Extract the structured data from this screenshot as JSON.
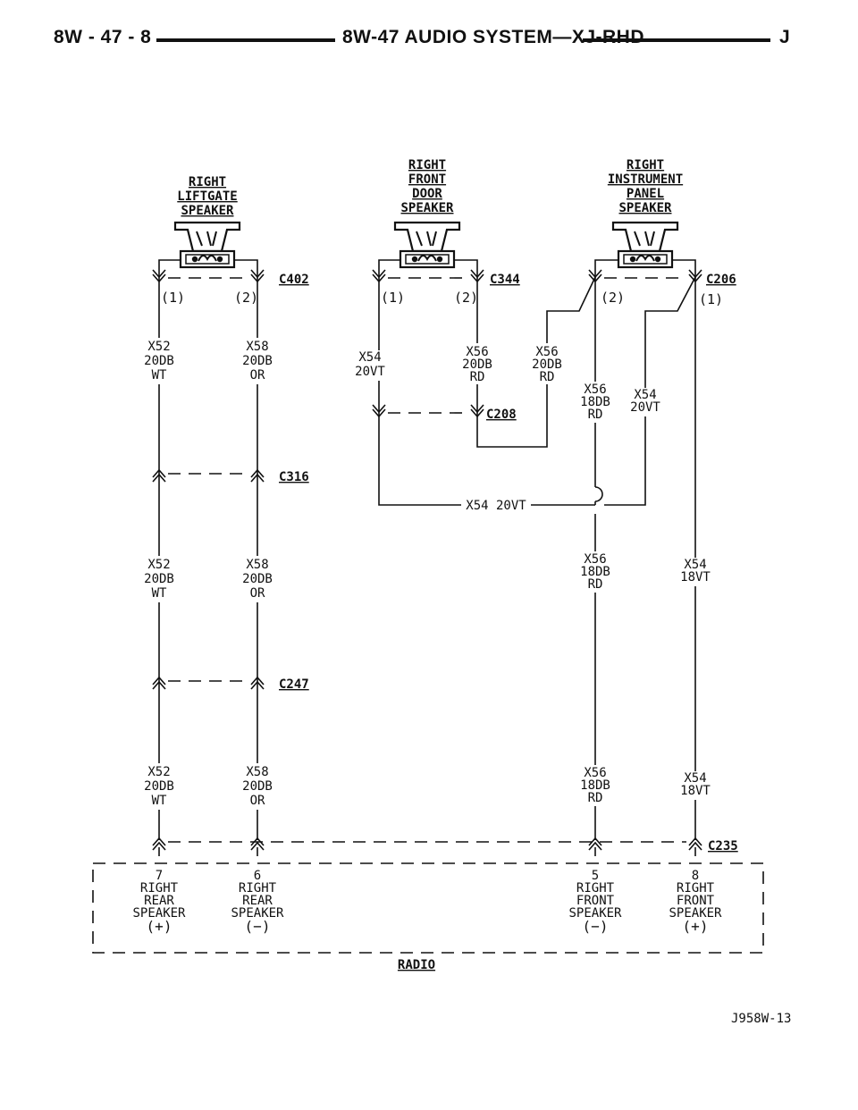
{
  "header": {
    "left": "8W - 47 - 8",
    "center": "8W-47 AUDIO SYSTEM—XJ-RHD",
    "right": "J"
  },
  "speakers": [
    {
      "id": "liftgate",
      "lines": [
        "RIGHT",
        "LIFTGATE",
        "SPEAKER"
      ]
    },
    {
      "id": "front-door",
      "lines": [
        "RIGHT",
        "FRONT",
        "DOOR",
        "SPEAKER"
      ]
    },
    {
      "id": "instrument-panel",
      "lines": [
        "RIGHT",
        "INSTRUMENT",
        "PANEL",
        "SPEAKER"
      ]
    }
  ],
  "connectors": {
    "c402": "C402",
    "c344": "C344",
    "c206": "C206",
    "c208": "C208",
    "c316": "C316",
    "c247": "C247",
    "c235": "C235"
  },
  "pins": {
    "p1": "(1)",
    "p2": "(2)"
  },
  "wires": {
    "x52": [
      "X52",
      "20DB",
      "WT"
    ],
    "x58": [
      "X58",
      "20DB",
      "OR"
    ],
    "x54_20": [
      "X54",
      "20VT"
    ],
    "x56_20": [
      "X56",
      "20DB",
      "RD"
    ],
    "x56_18": [
      "X56",
      "18DB",
      "RD"
    ],
    "x54_18": [
      "X54",
      "18VT"
    ],
    "x54_horizontal": "X54 20VT"
  },
  "radio": {
    "label": "RADIO",
    "terminals": [
      {
        "pin": "7",
        "lines": [
          "RIGHT",
          "REAR",
          "SPEAKER",
          "(+)"
        ]
      },
      {
        "pin": "6",
        "lines": [
          "RIGHT",
          "REAR",
          "SPEAKER",
          "(−)"
        ]
      },
      {
        "pin": "5",
        "lines": [
          "RIGHT",
          "FRONT",
          "SPEAKER",
          "(−)"
        ]
      },
      {
        "pin": "8",
        "lines": [
          "RIGHT",
          "FRONT",
          "SPEAKER",
          "(+)"
        ]
      }
    ]
  },
  "footer": "J958W-13"
}
